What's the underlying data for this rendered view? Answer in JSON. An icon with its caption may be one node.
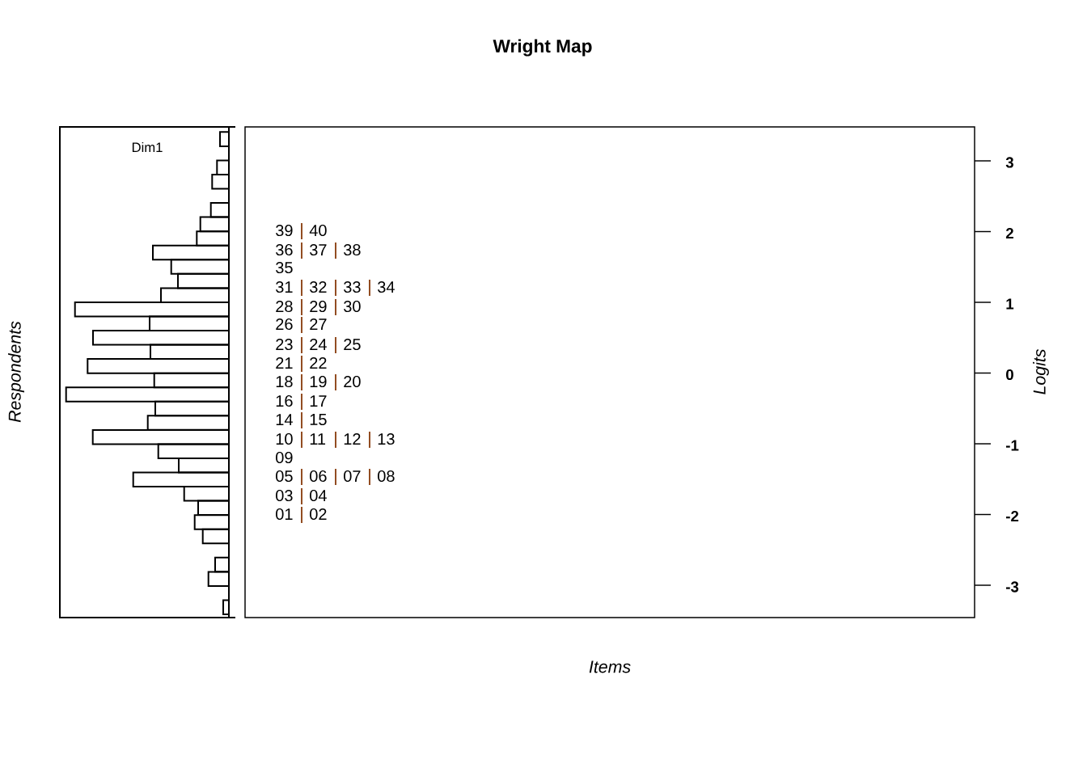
{
  "diagram": {
    "title": "Wright Map",
    "labels": [
      "Dim1",
      "Respondents",
      "39",
      "40",
      "36",
      "37",
      "38",
      "35",
      "31",
      "32",
      "33",
      "34",
      "28",
      "29",
      "30",
      "26",
      "27",
      "23",
      "24",
      "25",
      "21",
      "22",
      "18",
      "19",
      "20",
      "16",
      "17",
      "14",
      "15",
      "10",
      "11",
      "12",
      "13",
      "09",
      "05",
      "06",
      "07",
      "08",
      "03",
      "04",
      "01",
      "02",
      "3",
      "2",
      "1",
      "0",
      "-1",
      "-2",
      "-3",
      "Logits",
      "Items"
    ]
  }
}
